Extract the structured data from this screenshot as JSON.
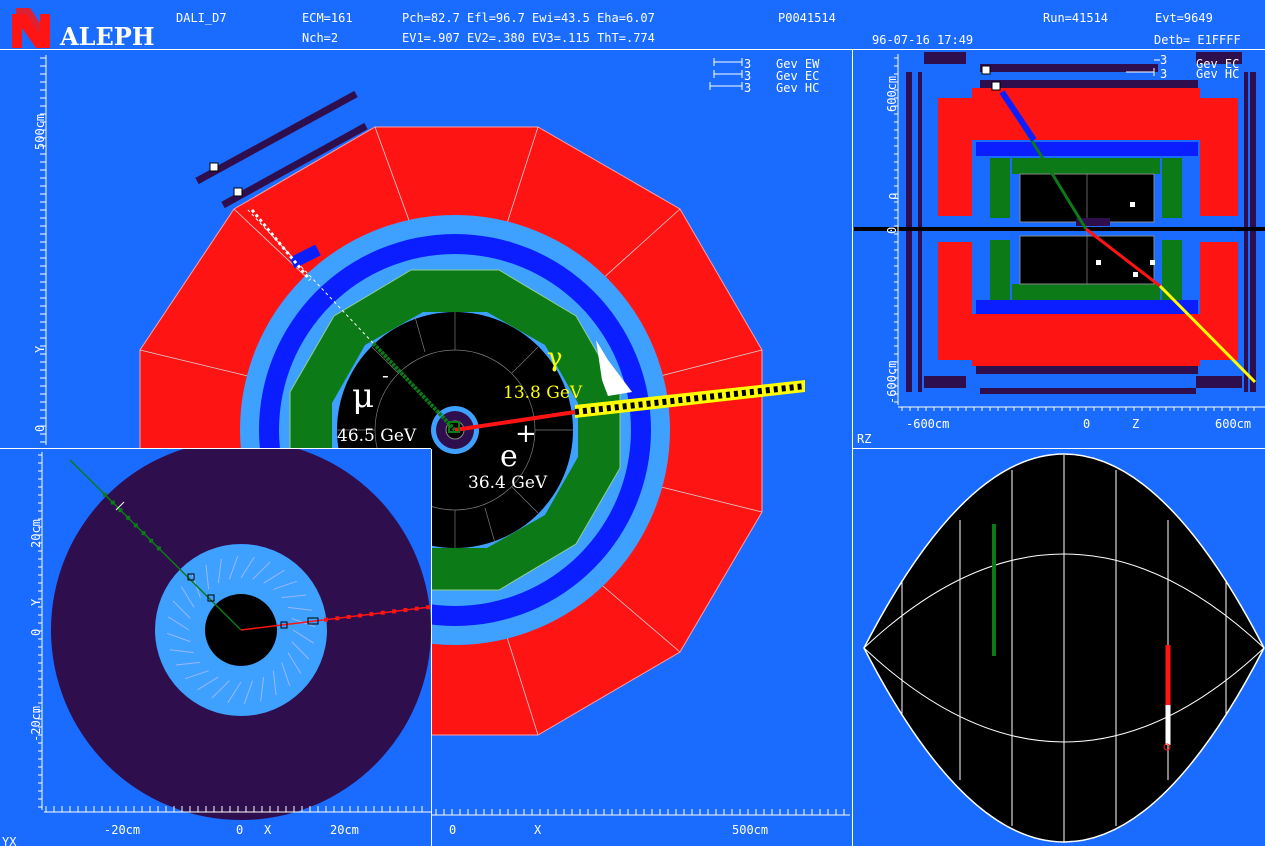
{
  "header": {
    "logo_text": "ALEPH",
    "program": "DALI_D7",
    "ecm": "ECM=161",
    "nch": "Nch=2",
    "row1": "Pch=82.7 Efl=96.7 Ewi=43.5 Eha=6.07",
    "row2": "EV1=.907 EV2=.380 EV3=.115 ThT=.774",
    "file_code": "P0041514",
    "datetime": "96-07-16 17:49",
    "run": "Run=41514",
    "evt": "Evt=9649",
    "detb": "Detb=  E1FFFF"
  },
  "main_view": {
    "legend": [
      {
        "num": "3",
        "label": "Gev EW"
      },
      {
        "num": "3",
        "label": "Gev EC"
      },
      {
        "num": "3",
        "label": "Gev HC"
      }
    ],
    "axis_y_label": "Y",
    "y_tick_500": "500cm",
    "y_tick_0": "0",
    "axis_x_label": "X",
    "x_tick_0": "0",
    "x_tick_500": "500cm",
    "muon_label": "μ",
    "muon_charge": "-",
    "muon_energy": "46.5 GeV",
    "electron_label": "e",
    "electron_charge": "+",
    "electron_energy": "36.4 GeV",
    "gamma_label": "γ",
    "gamma_energy": "13.8 GeV"
  },
  "rz_view": {
    "legend": [
      {
        "num": "3",
        "label": "Gev EC"
      },
      {
        "num": "3",
        "label": "Gev HC"
      }
    ],
    "y_tick_600": "600cm",
    "rho_label": "ρ",
    "y_tick_0": "0",
    "y_tick_m600": "-600cm",
    "x_tick_m600": "-600cm",
    "x_tick_0": "0",
    "z_label": "Z",
    "x_tick_600": "600cm",
    "view_label": "RZ"
  },
  "zoom_view": {
    "y_tick_20": "20cm",
    "y_label": "Y",
    "y_tick_0": "0",
    "y_tick_m20": "-20cm",
    "x_tick_m20": "-20cm",
    "x_tick_0": "0",
    "x_label": "X",
    "x_tick_20": "20cm",
    "view_label": "YX"
  },
  "colors": {
    "background": "#1a6bff",
    "hcal": "#ff1414",
    "ecal": "#0b7a17",
    "coil": "#0a1eff",
    "inner": "#000000",
    "vdet": "#2e0e4d",
    "muon_track": "#0b7a17",
    "electron_track": "#ff1414",
    "photon": "#ffff00"
  }
}
